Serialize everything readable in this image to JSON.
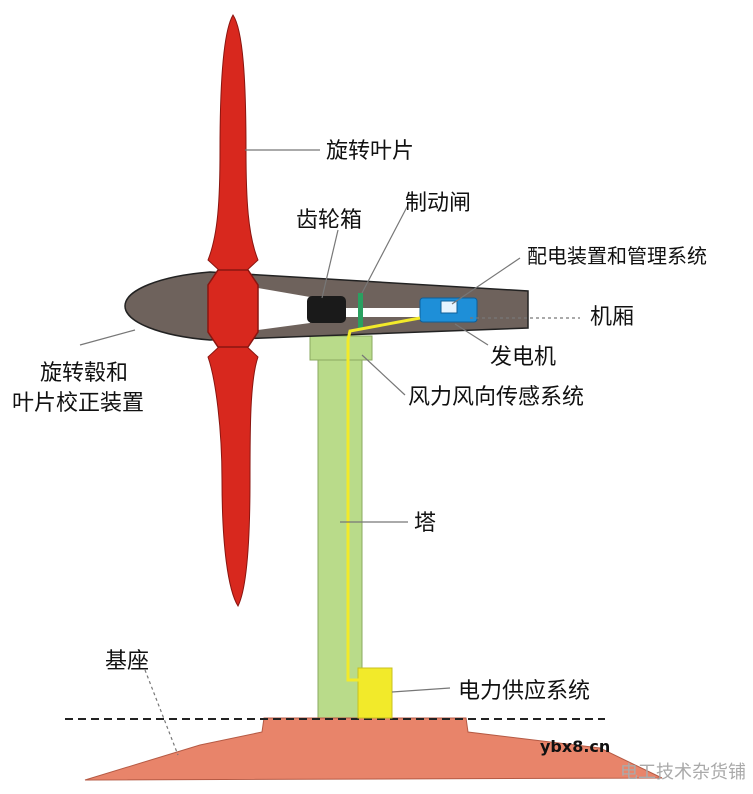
{
  "labels": {
    "blades": "旋转叶片",
    "gearbox": "齿轮箱",
    "brake": "制动闸",
    "power_distribution": "配电装置和管理系统",
    "nacelle": "机厢",
    "generator": "发电机",
    "hub_line1": "旋转毂和",
    "hub_line2": "叶片校正装置",
    "wind_sensor": "风力风向传感系统",
    "tower": "塔",
    "base": "基座",
    "power_supply": "电力供应系统"
  },
  "watermark": {
    "site": "ybx8.cn",
    "brand": "电工技术杂货铺"
  },
  "colors": {
    "blade": "#d8281e",
    "nacelle": "#6e625c",
    "tower": "#b9db8a",
    "generator": "#1e8fd8",
    "cable": "#f2ea2a",
    "base": "#e8846a",
    "gearbox": "#1a1a1a"
  }
}
